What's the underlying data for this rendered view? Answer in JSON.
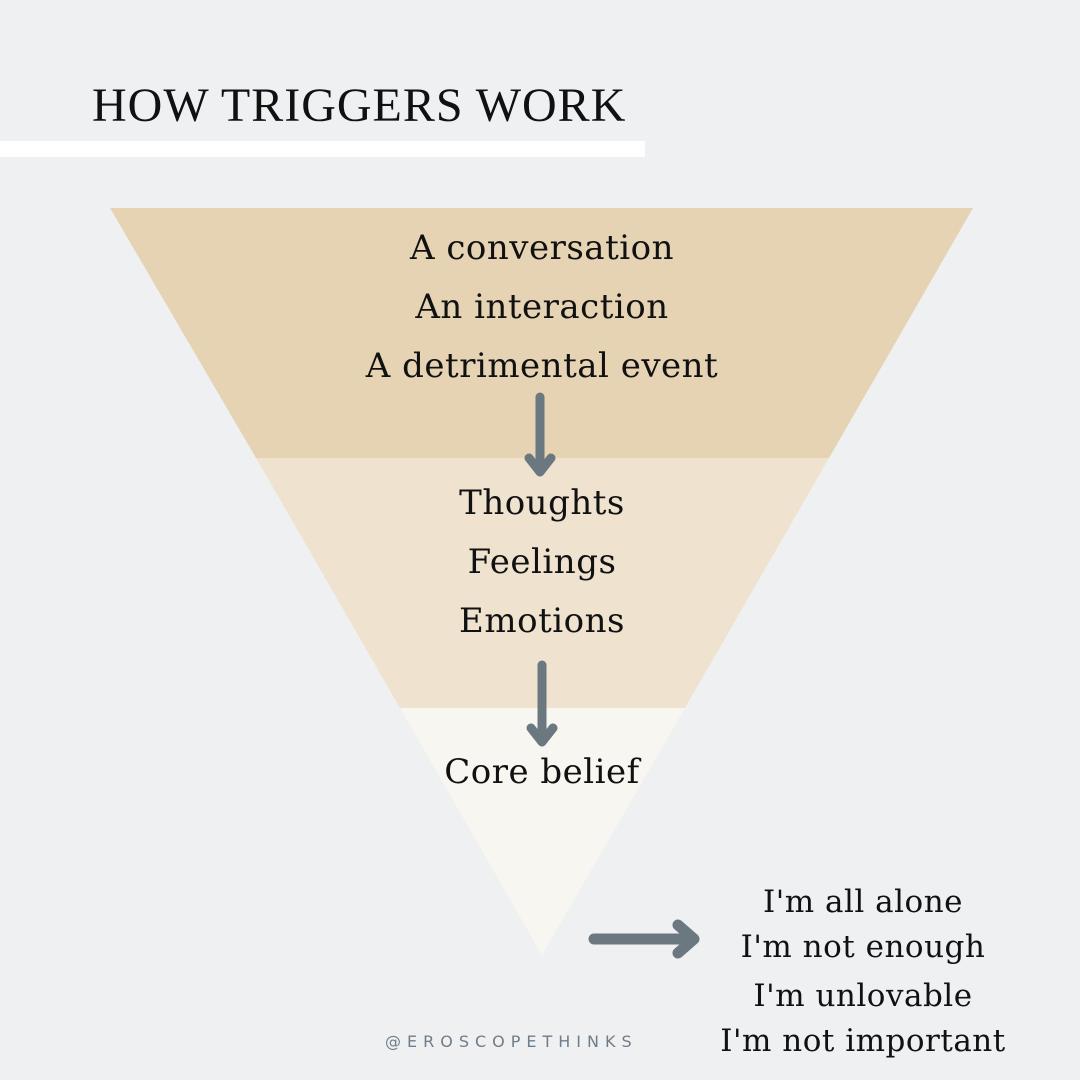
{
  "title": "HOW TRIGGERS WORK",
  "tiers": [
    {
      "items": [
        "A conversation",
        "An interaction",
        "A detrimental event"
      ]
    },
    {
      "items": [
        "Thoughts",
        "Feelings",
        "Emotions"
      ]
    },
    {
      "items": [
        "Core belief"
      ]
    }
  ],
  "core_beliefs": [
    "I'm all alone",
    "I'm not enough",
    "I'm unlovable",
    "I'm not important"
  ],
  "handle": "@EROSCOPETHINKS",
  "colors": {
    "background": "#eff0f2",
    "tier_top": "#e5d3b3",
    "tier_middle": "#efe3d0",
    "tier_bottom": "#f8f6f0",
    "arrow": "#6b7880",
    "title_rule": "#ffffff"
  },
  "icons": [
    "arrow-down-icon",
    "arrow-right-icon"
  ]
}
